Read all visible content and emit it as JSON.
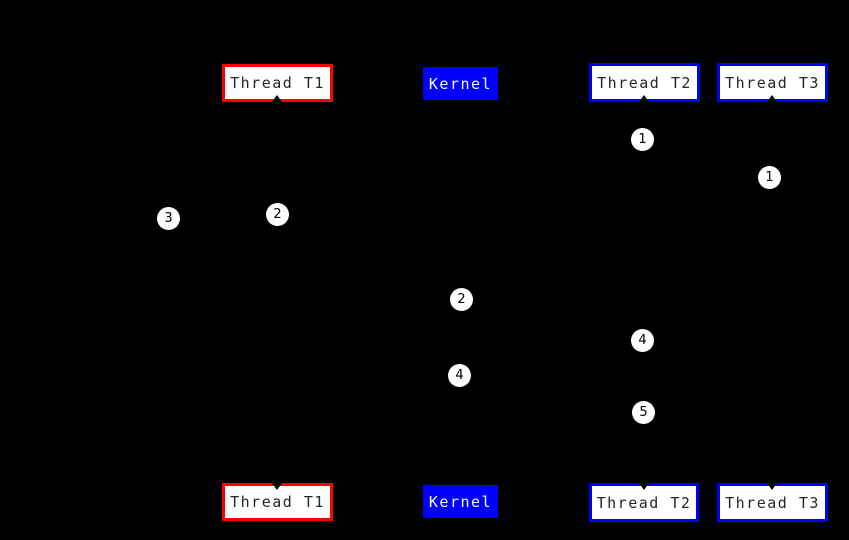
{
  "diagram": {
    "background_color": "#000000",
    "top_row": {
      "thread_t1_label": "Thread T1",
      "kernel_label": "Kernel",
      "thread_t2_label": "Thread T2",
      "thread_t3_label": "Thread T3"
    },
    "bottom_row": {
      "thread_t1_label": "Thread T1",
      "kernel_label": "Kernel",
      "thread_t2_label": "Thread T2",
      "thread_t3_label": "Thread T3"
    },
    "colors": {
      "thread_t1_border": "#ff0000",
      "thread_t2_border": "#0000ff",
      "thread_t3_border": "#0000ff",
      "kernel_fill": "#0000ff",
      "node_fill": "#ffffff",
      "node_text": "#262626",
      "kernel_text": "#fafafa",
      "marker_fill": "#ffffff",
      "marker_text": "#000000"
    },
    "markers": [
      {
        "label": "1"
      },
      {
        "label": "1"
      },
      {
        "label": "2"
      },
      {
        "label": "3"
      },
      {
        "label": "2"
      },
      {
        "label": "4"
      },
      {
        "label": "4"
      },
      {
        "label": "5"
      }
    ]
  }
}
